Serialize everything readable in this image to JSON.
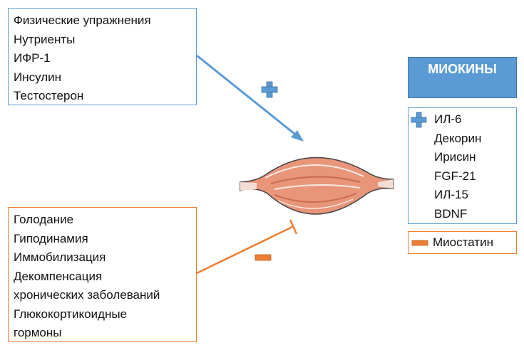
{
  "stimulators": {
    "items": [
      "Физические упражнения",
      "Нутриенты",
      "ИФР-1",
      "Инсулин",
      "Тестостерон"
    ]
  },
  "inhibitors": {
    "items": [
      "Голодание",
      "Гиподинамия",
      "Иммобилизация",
      "Декомпенсация",
      "хронических заболеваний",
      "Глюкокортикоидные",
      "гормоны"
    ]
  },
  "myokines": {
    "title": "МИОКИНЫ",
    "items": [
      "ИЛ-6",
      "Декорин",
      "Ирисин",
      "FGF-21",
      "ИЛ-15",
      "BDNF"
    ]
  },
  "myostatin": {
    "label": "Миостатин"
  },
  "colors": {
    "blue": "#5b9bd5",
    "orange": "#ed7d31",
    "muscle": "#e8957a"
  }
}
